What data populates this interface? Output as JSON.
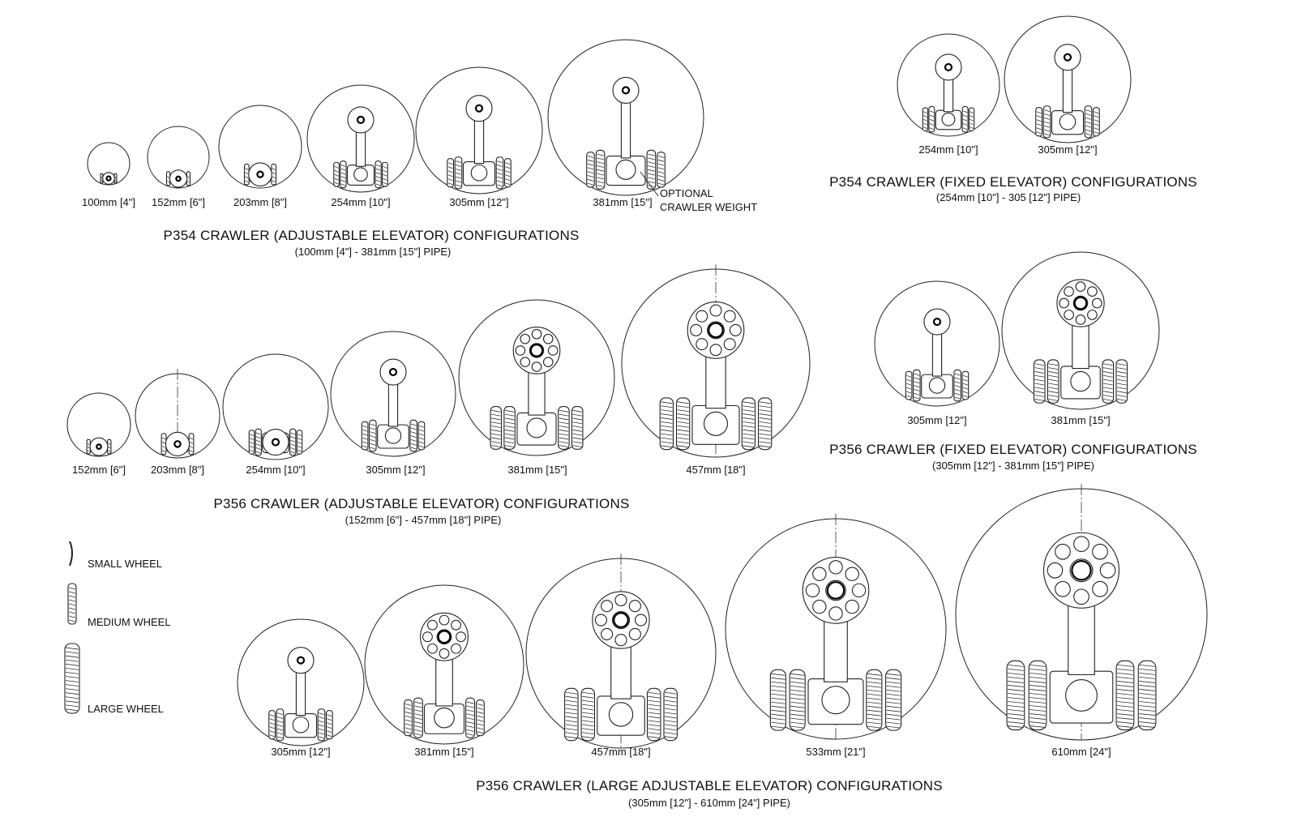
{
  "groups": {
    "p354_adjustable": {
      "title": "P354 CRAWLER (ADJUSTABLE ELEVATOR) CONFIGURATIONS",
      "range": "(100mm [4\"] - 381mm [15\"] PIPE)",
      "sizes": [
        "100mm [4\"]",
        "152mm [6\"]",
        "203mm [8\"]",
        "254mm [10\"]",
        "305mm [12\"]",
        "381mm [15\"]"
      ],
      "note_line1": "OPTIONAL",
      "note_line2": "CRAWLER WEIGHT"
    },
    "p354_fixed": {
      "title": "P354 CRAWLER (FIXED ELEVATOR) CONFIGURATIONS",
      "range": "(254mm [10\"] - 305 [12\"] PIPE)",
      "sizes": [
        "254mm [10\"]",
        "305mm [12\"]"
      ]
    },
    "p356_adjustable": {
      "title": "P356 CRAWLER (ADJUSTABLE ELEVATOR) CONFIGURATIONS",
      "range": "(152mm [6\"] - 457mm [18\"] PIPE)",
      "sizes": [
        "152mm [6\"]",
        "203mm [8\"]",
        "254mm [10\"]",
        "305mm [12\"]",
        "381mm [15\"]",
        "457mm [18\"]"
      ]
    },
    "p356_fixed": {
      "title": "P356 CRAWLER (FIXED ELEVATOR) CONFIGURATIONS",
      "range": "(305mm [12\"] - 381mm [15\"] PIPE)",
      "sizes": [
        "305mm [12\"]",
        "381mm [15\"]"
      ]
    },
    "p356_large": {
      "title": "P356 CRAWLER (LARGE ADJUSTABLE ELEVATOR) CONFIGURATIONS",
      "range": "(305mm [12\"] - 610mm [24\"] PIPE)",
      "sizes": [
        "305mm [12\"]",
        "381mm [15\"]",
        "457mm [18\"]",
        "533mm [21\"]",
        "610mm [24\"]"
      ]
    }
  },
  "legend": {
    "small": "SMALL WHEEL",
    "medium": "MEDIUM WHEEL",
    "large": "LARGE WHEEL"
  }
}
